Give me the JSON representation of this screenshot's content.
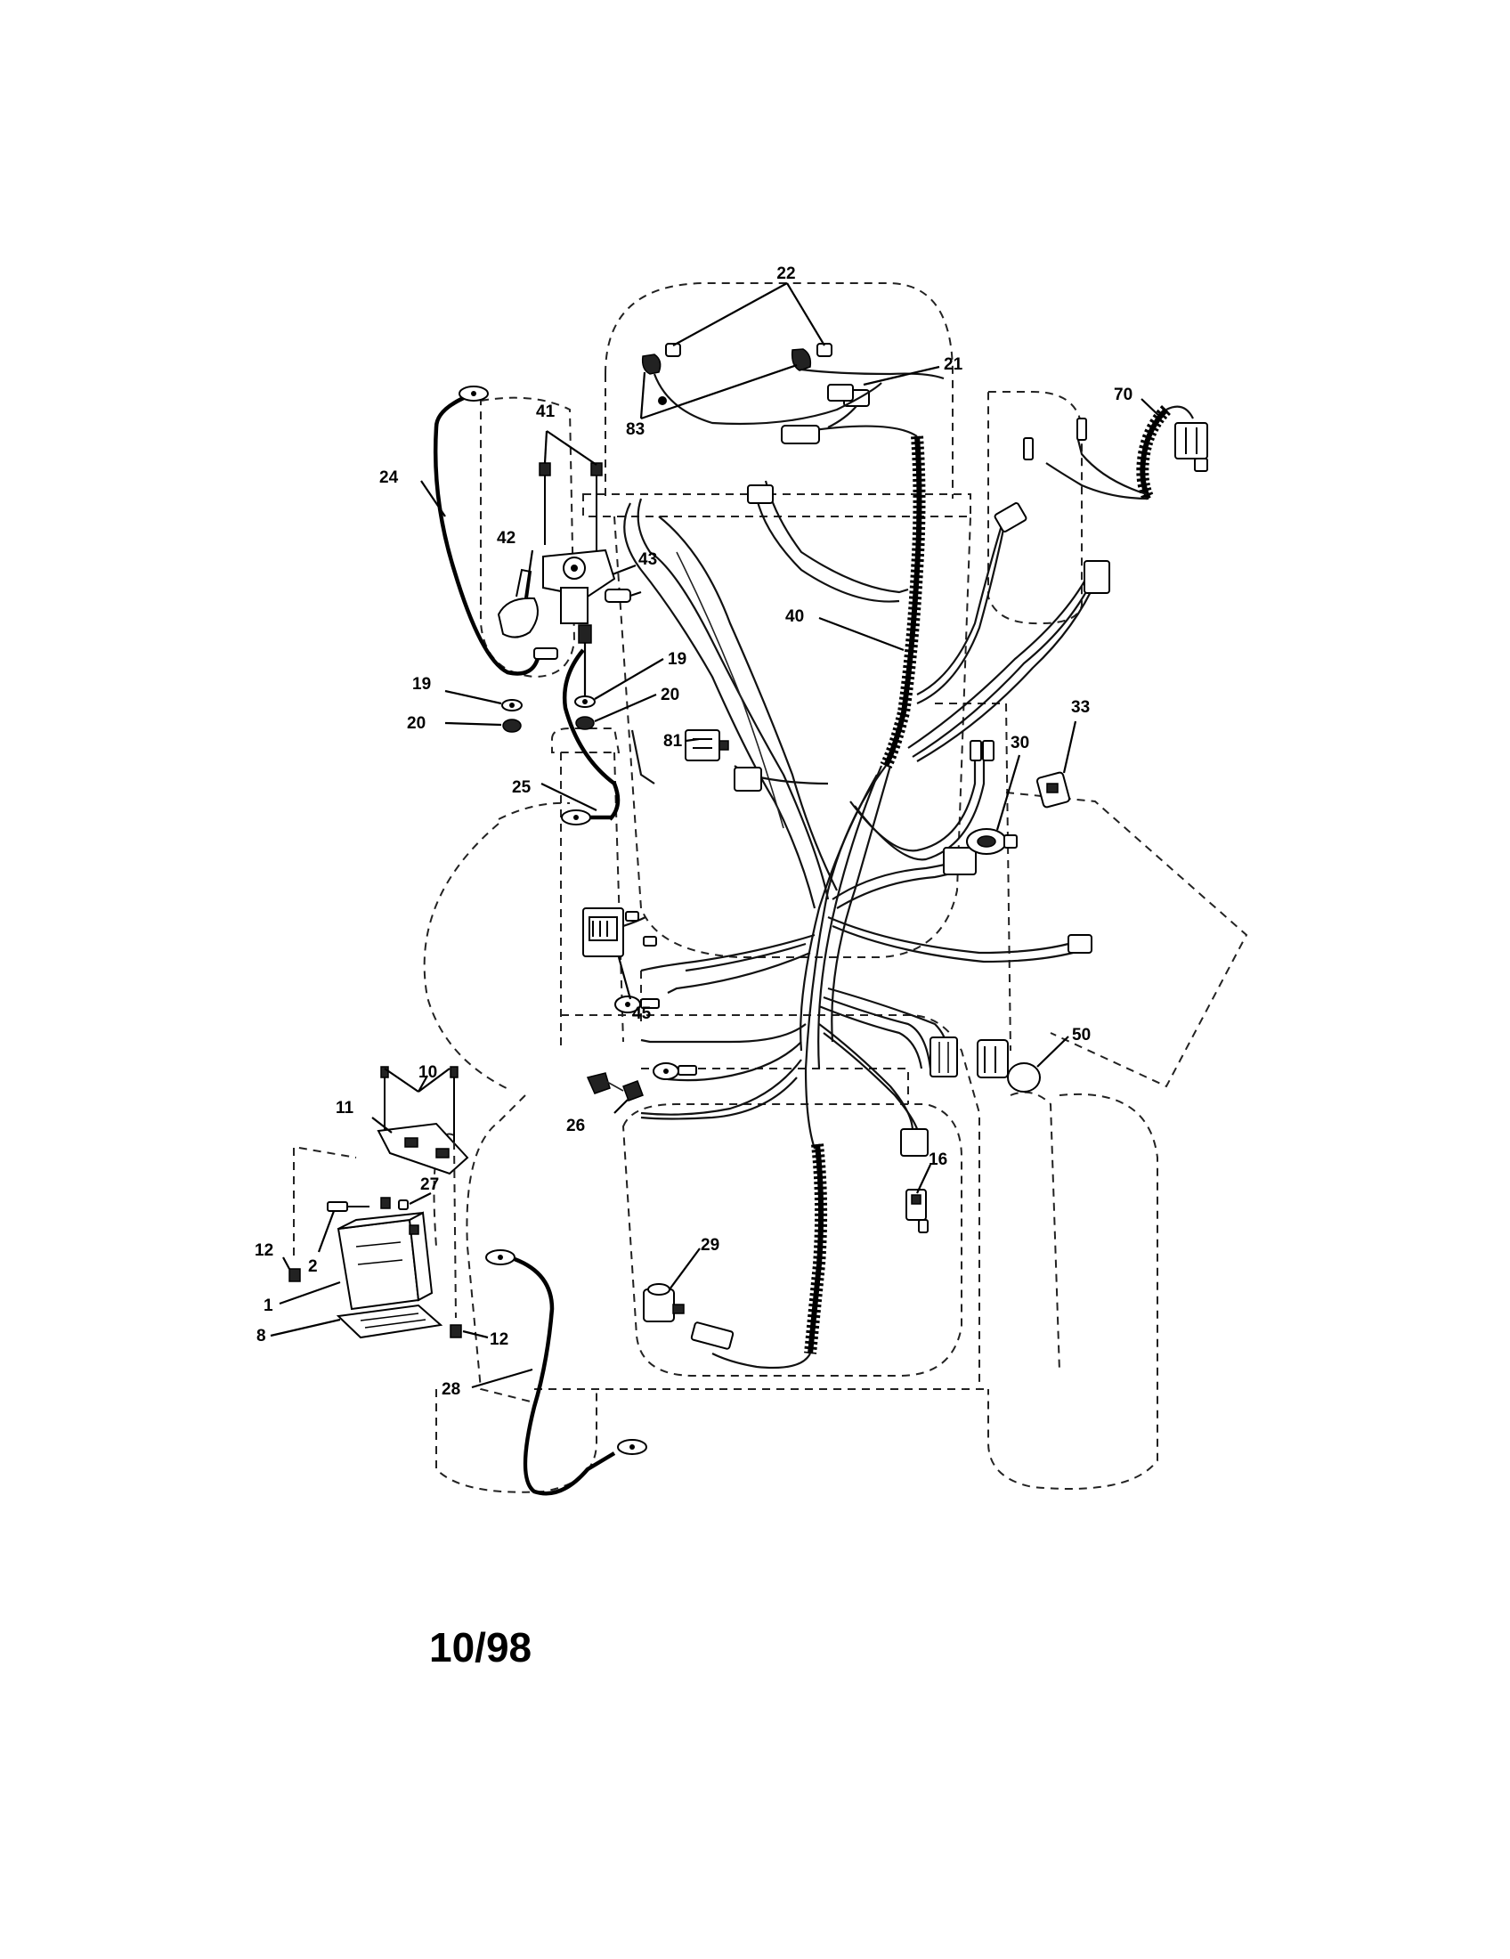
{
  "diagram": {
    "footer_date": "10/98",
    "callouts": {
      "c22": "22",
      "c21": "21",
      "c83": "83",
      "c70": "70",
      "c41": "41",
      "c24": "24",
      "c42": "42",
      "c43": "43",
      "c40": "40",
      "c19a": "19",
      "c19b": "19",
      "c20a": "20",
      "c20b": "20",
      "c81": "81",
      "c33": "33",
      "c30": "30",
      "c25": "25",
      "c45": "45",
      "c50": "50",
      "c10": "10",
      "c11": "11",
      "c26": "26",
      "c16": "16",
      "c27": "27",
      "c29": "29",
      "c12a": "12",
      "c2": "2",
      "c1": "1",
      "c8": "8",
      "c12b": "12",
      "c28": "28"
    }
  }
}
